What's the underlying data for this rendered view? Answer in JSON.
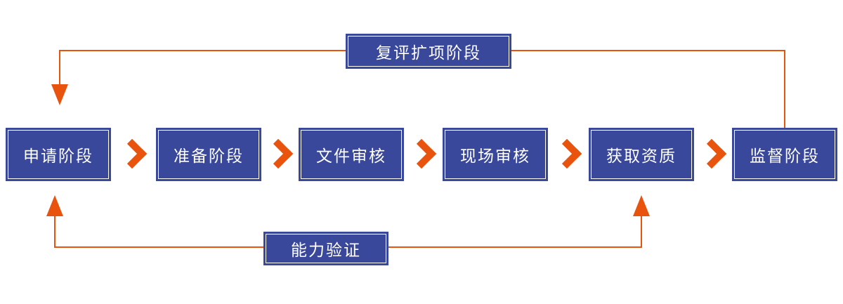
{
  "diagram": {
    "type": "flowchart",
    "stages": [
      {
        "label": "申请阶段"
      },
      {
        "label": "准备阶段"
      },
      {
        "label": "文件审核"
      },
      {
        "label": "现场审核"
      },
      {
        "label": "获取资质"
      },
      {
        "label": "监督阶段"
      }
    ],
    "top_loop_label": "复评扩项阶段",
    "bottom_loop_label": "能力验证",
    "connections": {
      "forward_flow": "申请阶段 → 准备阶段 → 文件审核 → 现场审核 → 获取资质 → 监督阶段",
      "top_loop": "监督阶段 → 复评扩项阶段 → 申请阶段",
      "bottom_loop": "能力验证 → 申请阶段 与 获取资质"
    },
    "colors": {
      "box_fill": "#3a489b",
      "box_text": "#ffffff",
      "connector": "#e8540e"
    }
  }
}
